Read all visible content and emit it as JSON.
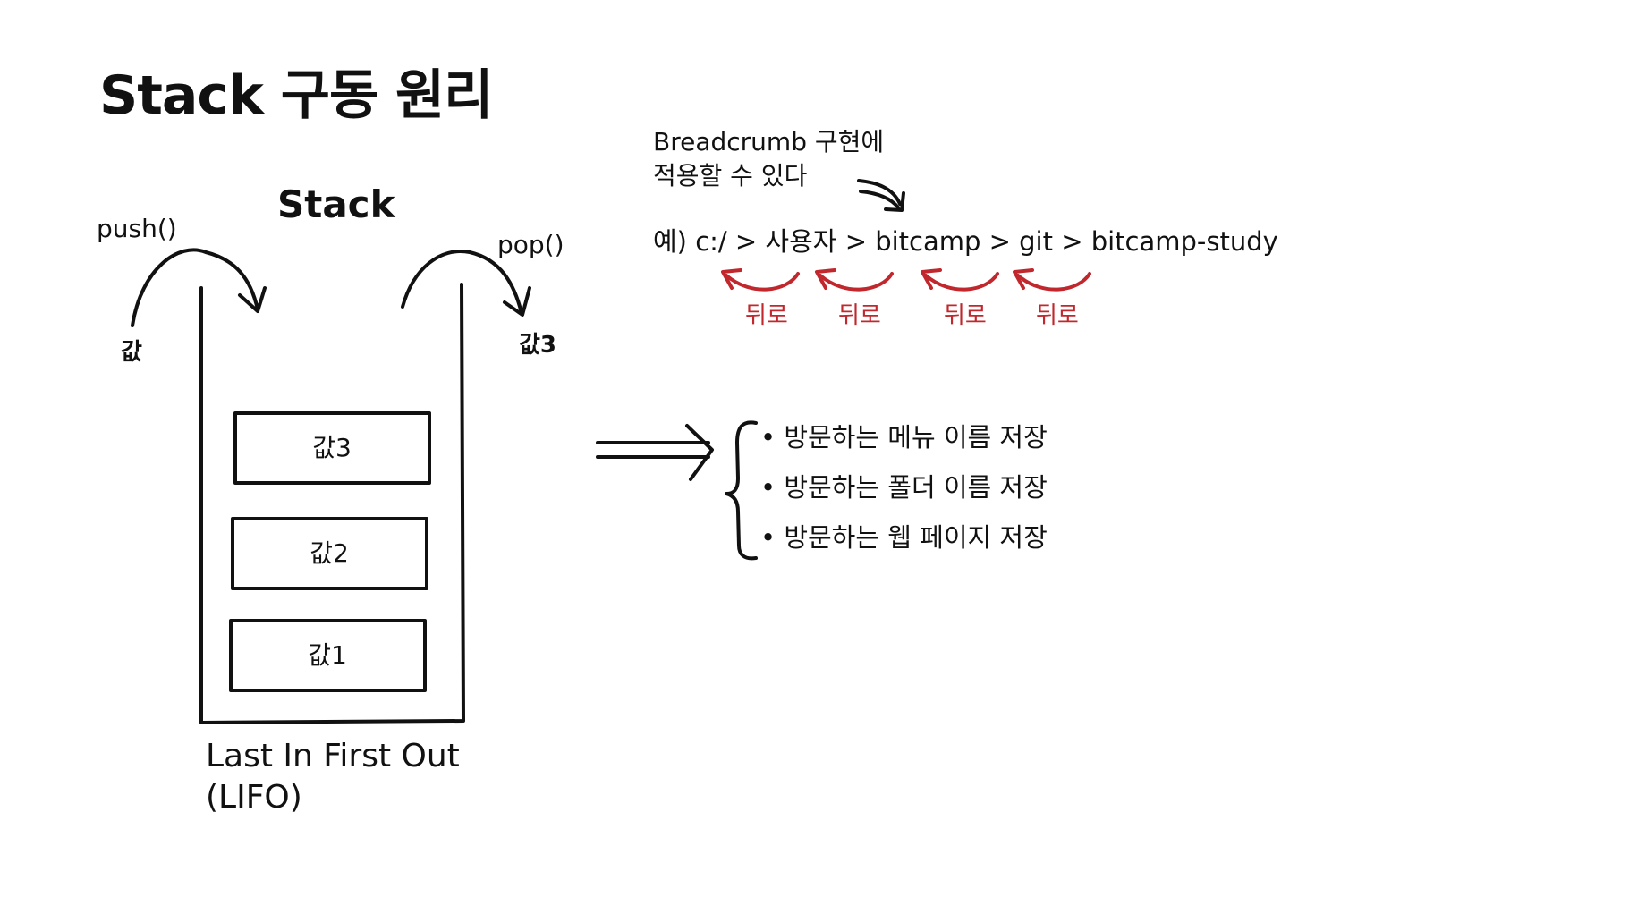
{
  "title": "Stack 구동 원리",
  "stack": {
    "label": "Stack",
    "push_label": "push()",
    "pop_label": "pop()",
    "in_value": "값",
    "out_value": "값3",
    "items": [
      "값3",
      "값2",
      "값1"
    ],
    "lifo_line1": "Last In First Out",
    "lifo_line2": "(LIFO)"
  },
  "breadcrumb": {
    "note_line1": "Breadcrumb 구현에",
    "note_line2": "적용할 수 있다",
    "example": "예) c:/ > 사용자 > bitcamp > git > bitcamp-study",
    "back_labels": [
      "뒤로",
      "뒤로",
      "뒤로",
      "뒤로"
    ]
  },
  "uses": [
    "• 방문하는 메뉴 이름 저장",
    "• 방문하는 폴더 이름 저장",
    "• 방문하는 웹 페이지 저장"
  ],
  "colors": {
    "ink": "#111111",
    "back_arrow": "#c0282e"
  }
}
